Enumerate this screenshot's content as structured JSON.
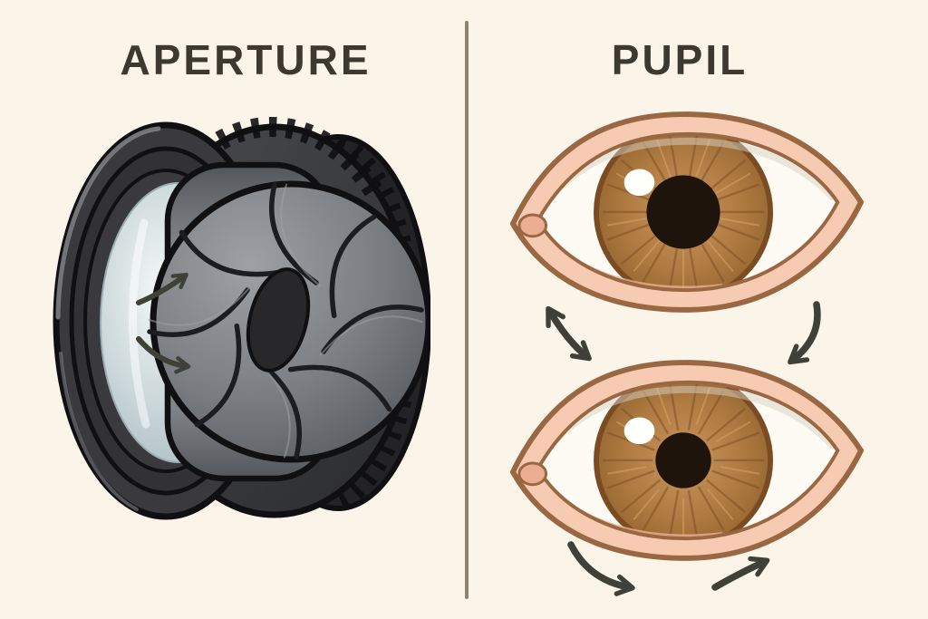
{
  "panels": {
    "left": {
      "title": "APERTURE"
    },
    "right": {
      "title": "PUPIL"
    }
  },
  "eyes": {
    "top": {
      "pupil_radius": 41
    },
    "bottom": {
      "pupil_radius": 31
    }
  },
  "colors": {
    "bg": "#FBF4E8",
    "title": "#3C3931",
    "divider": "#8C8272",
    "arrow": "#3F4038",
    "skin": "#F6CBB2",
    "skinDeep": "#EBAE93",
    "lidLine": "#9A6743",
    "sclera": "#FDFBF4",
    "irisLight": "#C9965C",
    "irisMid": "#AF7B42",
    "irisOuter": "#95652F",
    "irisRim": "#7B4B22",
    "irisLine": "#7F5227",
    "irisLineLight": "#D3A468",
    "pupil": "#1E140C",
    "highlight": "#FFFFFC",
    "shadow": "#D9D2C4",
    "lensOutline": "#101013",
    "lensDark2": "#232326",
    "barrelA": "#4A4B4F",
    "barrelB": "#2A2B2E",
    "frontRing": "#3A3A3E",
    "frontRing2": "#323236",
    "rimHighlight": "#7E8084",
    "glassLight": "#F3F7F6",
    "glassMid": "#CBD7D9",
    "glassDark": "#A7B9BF",
    "glassEdge": "#9CADB3",
    "wallLight": "#9FA2A6",
    "wallDark": "#53565A",
    "bladeLight": "#9DA0A4",
    "bladeMid": "#7B7E82",
    "bladeDark": "#54575B",
    "bladeLine": "#1C1D20",
    "hole": "#28282B"
  }
}
